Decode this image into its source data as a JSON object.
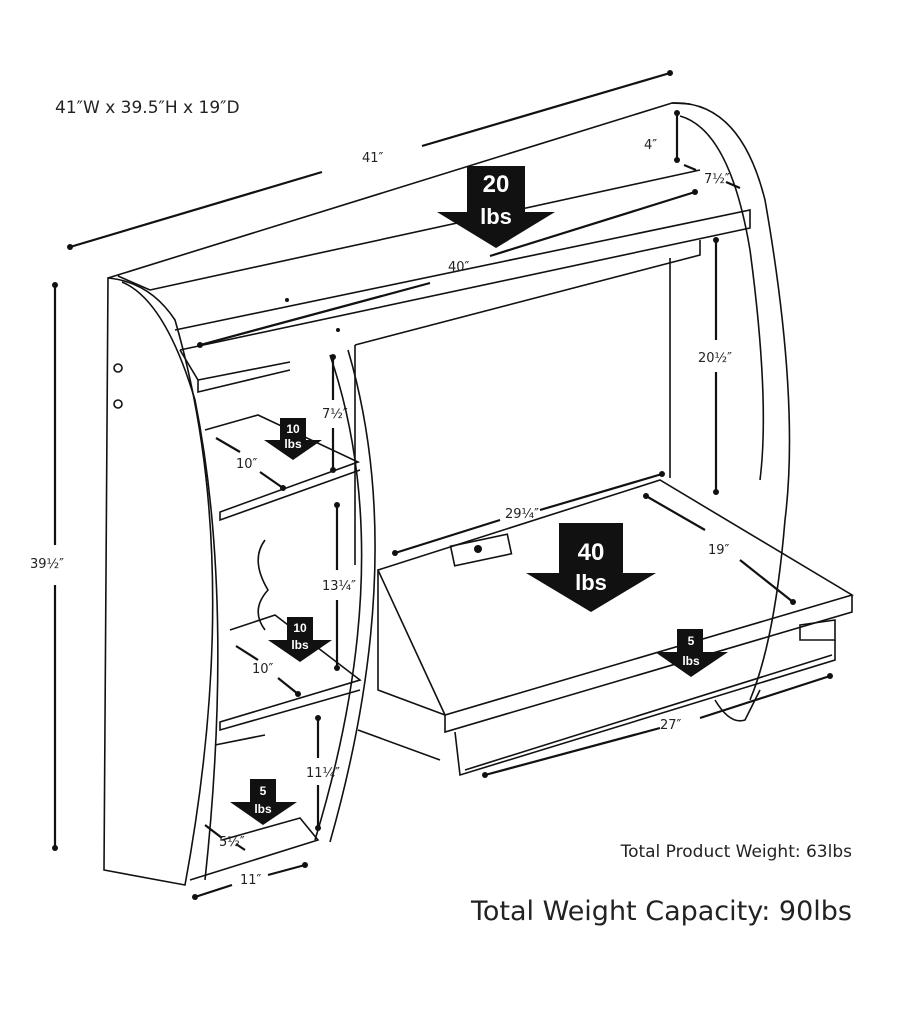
{
  "overall_dimensions": "41″W x 39.5″H x 19″D",
  "dimensions": {
    "width_top": "41″",
    "top_shelf_height": "4″",
    "top_shelf_depth": "7½″",
    "top_shelf_width": "40″",
    "desk_clearance": "20½″",
    "upper_cubby_height": "7½″",
    "upper_shelf_depth": "10″",
    "overall_height": "39½″",
    "desk_width": "29¼″",
    "desk_depth": "19″",
    "middle_cubby_height": "13¼″",
    "middle_shelf_depth": "10″",
    "tray_width": "27″",
    "lower_cubby_height": "11¼″",
    "bottom_shelf_depth": "5½″",
    "bottom_width": "11″"
  },
  "load_arrows": {
    "top_shelf": [
      "20",
      "lbs"
    ],
    "desk": [
      "40",
      "lbs"
    ],
    "upper_shelf": [
      "10",
      "lbs"
    ],
    "middle_shelf": [
      "10",
      "lbs"
    ],
    "keyboard_tray": [
      "5",
      "lbs"
    ],
    "bottom_shelf": [
      "5",
      "lbs"
    ]
  },
  "total_product_weight": "Total Product Weight: 63lbs",
  "total_weight_capacity": "Total Weight Capacity: 90lbs"
}
